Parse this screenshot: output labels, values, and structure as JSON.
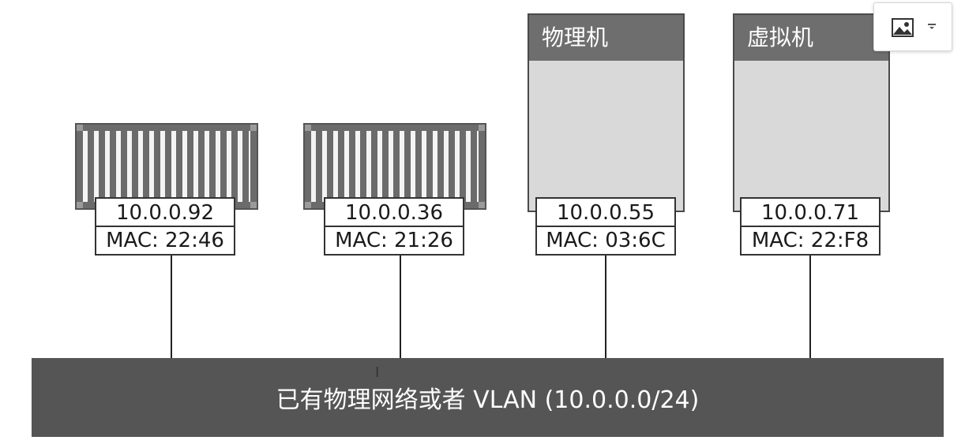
{
  "nodes": [
    {
      "kind": "container",
      "ip": "10.0.0.92",
      "mac": "MAC: 22:46"
    },
    {
      "kind": "container",
      "ip": "10.0.0.36",
      "mac": "MAC: 21:26"
    },
    {
      "kind": "physical",
      "title": "物理机",
      "ip": "10.0.0.55",
      "mac": "MAC: 03:6C"
    },
    {
      "kind": "virtual",
      "title": "虚拟机",
      "ip": "10.0.0.71",
      "mac": "MAC: 22:F8"
    }
  ],
  "network": {
    "label": "已有物理网络或者 VLAN (10.0.0.0/24)"
  },
  "toolbar": {
    "image_button": "image-icon",
    "dropdown": "caret-down-icon"
  },
  "colors": {
    "network_bar": "#555555",
    "host_header": "#6e6e6e",
    "host_body": "#d9d9d9",
    "container": "#6b6b6b"
  }
}
